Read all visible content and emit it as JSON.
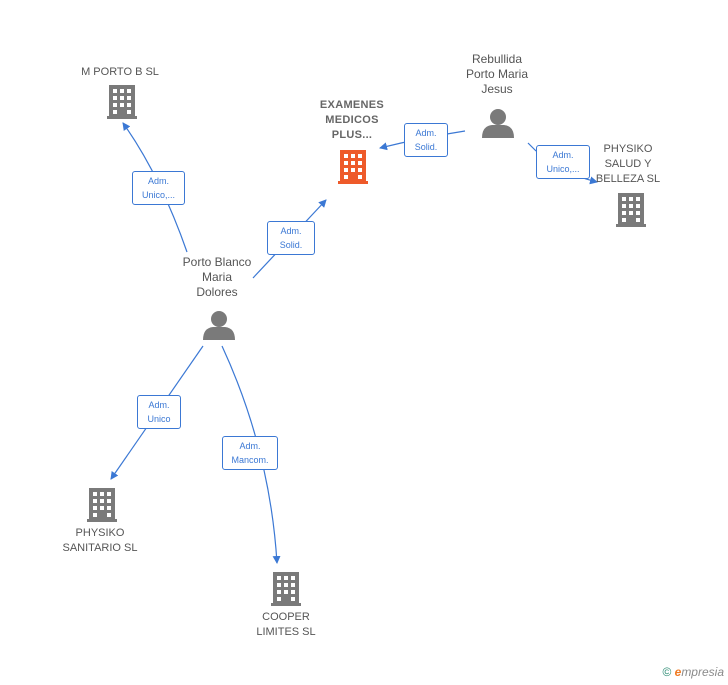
{
  "colors": {
    "edge": "#3b78d4",
    "company": "#7a7a7a",
    "main_company": "#ee5a2a",
    "person": "#7a7a7a"
  },
  "companies": {
    "examenes": "EXAMENES\nMEDICOS\nPLUS...",
    "mporto": "M PORTO B  SL",
    "physiko_salud": "PHYSIKO\nSALUD Y\nBELLEZA  SL",
    "physiko_sanitario": "PHYSIKO\nSANITARIO  SL",
    "cooper": "COOPER\nLIMITES  SL"
  },
  "persons": {
    "rebullida": "Rebullida\nPorto Maria\nJesus",
    "porto_blanco": "Porto Blanco\nMaria\nDolores"
  },
  "edges": {
    "pb_mporto": "Adm.\nUnico,...",
    "pb_examenes": "Adm.\nSolid.",
    "reb_examenes": "Adm.\nSolid.",
    "reb_physiko": "Adm.\nUnico,...",
    "pb_sanitario": "Adm.\nUnico",
    "pb_cooper": "Adm.\nMancom."
  },
  "footer": {
    "copyright": "©",
    "brand_initial": "e",
    "brand_rest": "mpresia"
  }
}
